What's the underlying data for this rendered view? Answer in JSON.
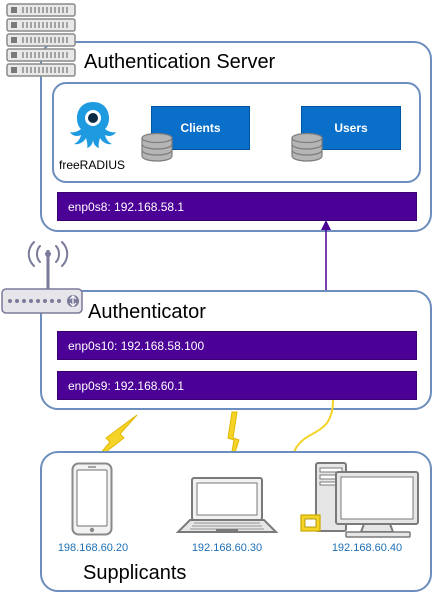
{
  "server": {
    "title": "Authentication Server",
    "software": "freeRADIUS",
    "clients_label": "Clients",
    "users_label": "Users",
    "interface": "enp0s8: 192.168.58.1"
  },
  "authenticator": {
    "title": "Authenticator",
    "interface_server_side": "enp0s10: 192.168.58.100",
    "interface_client_side": "enp0s9: 192.168.60.1"
  },
  "supplicants": {
    "title": "Supplicants",
    "devices": [
      {
        "type": "phone",
        "ip": "198.168.60.20"
      },
      {
        "type": "laptop",
        "ip": "192.168.60.30"
      },
      {
        "type": "desktop",
        "ip": "192.168.60.40"
      }
    ]
  },
  "colors": {
    "panel_border": "#6c8ebf",
    "interface_bar": "#4b0096",
    "db_box": "#0a6fc9",
    "wireless_link": "#f5d327",
    "wired_link": "#f5d327",
    "ip_text": "#1f6fb5"
  }
}
